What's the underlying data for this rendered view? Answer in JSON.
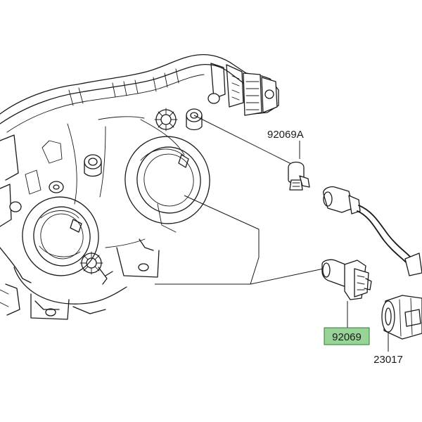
{
  "labels": {
    "bulb_position_lamp": "92069A",
    "bulb_headlamp": "92069",
    "socket_assembly": "23017"
  },
  "highlighted_part": "92069",
  "colors": {
    "highlight_fill": "#98d498",
    "highlight_stroke": "#2e7d32",
    "line": "#1a1a1a"
  }
}
